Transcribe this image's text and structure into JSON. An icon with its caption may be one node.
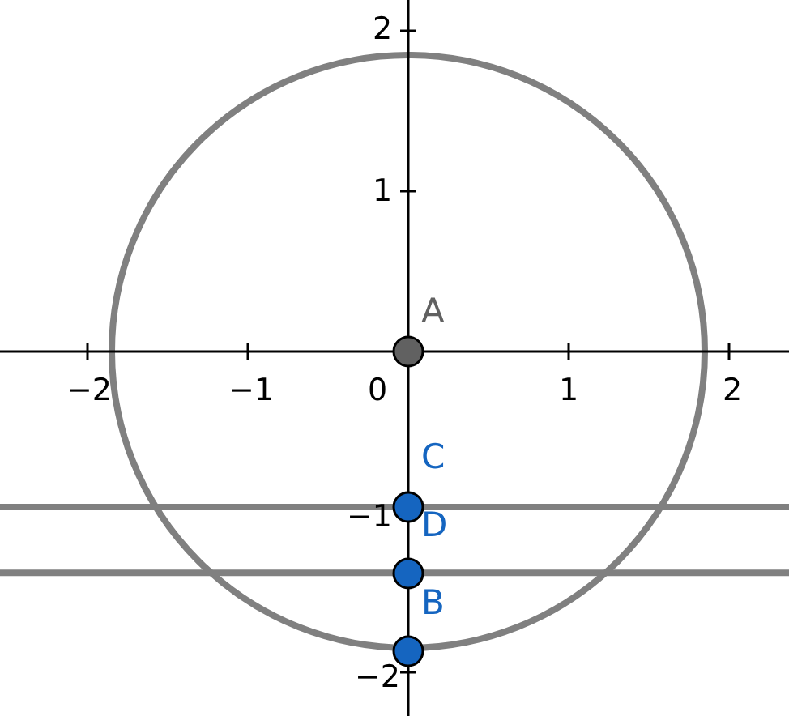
{
  "diagram": {
    "nodes": [
      {
        "text": [
          "A"
        ]
      },
      {
        "text": [
          "C"
        ]
      },
      {
        "text": [
          "D"
        ]
      },
      {
        "text": [
          "B"
        ]
      }
    ],
    "labels": [
      "2",
      "1",
      "−2",
      "−1",
      "0",
      "1",
      "2",
      "−1",
      "−2"
    ]
  }
}
